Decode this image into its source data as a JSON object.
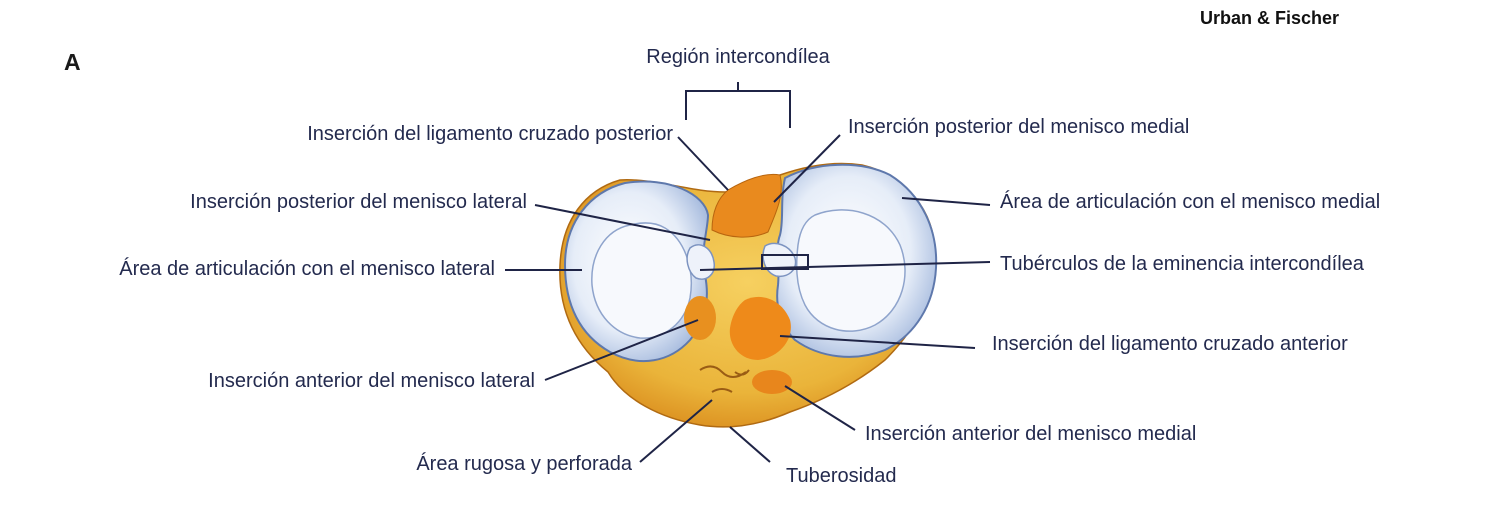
{
  "figure": {
    "panel_letter": "A",
    "publisher": "Urban & Fischer"
  },
  "labels": {
    "region_intercondilea": "Región intercondílea",
    "ins_lig_cruzado_posterior": "Inserción del ligamento cruzado posterior",
    "ins_post_menisco_medial": "Inserción posterior del menisco medial",
    "ins_post_menisco_lateral": "Inserción posterior del menisco lateral",
    "area_art_menisco_medial": "Área de articulación con el menisco medial",
    "area_art_menisco_lateral": "Área de articulación con el menisco lateral",
    "tuberculos_eminencia": "Tubérculos de la eminencia intercondílea",
    "ins_lig_cruzado_anterior": "Inserción del ligamento cruzado anterior",
    "ins_ant_menisco_lateral": "Inserción anterior del menisco lateral",
    "ins_ant_menisco_medial": "Inserción anterior del menisco medial",
    "area_rugosa": "Área rugosa y perforada",
    "tuberosidad": "Tuberosidad"
  },
  "colors": {
    "cartilage": "#dde7f6",
    "cartilage_edge": "#6f88b8",
    "bone": "#eab43a",
    "bone_dark": "#e07f1a",
    "line": "#1f2446"
  }
}
